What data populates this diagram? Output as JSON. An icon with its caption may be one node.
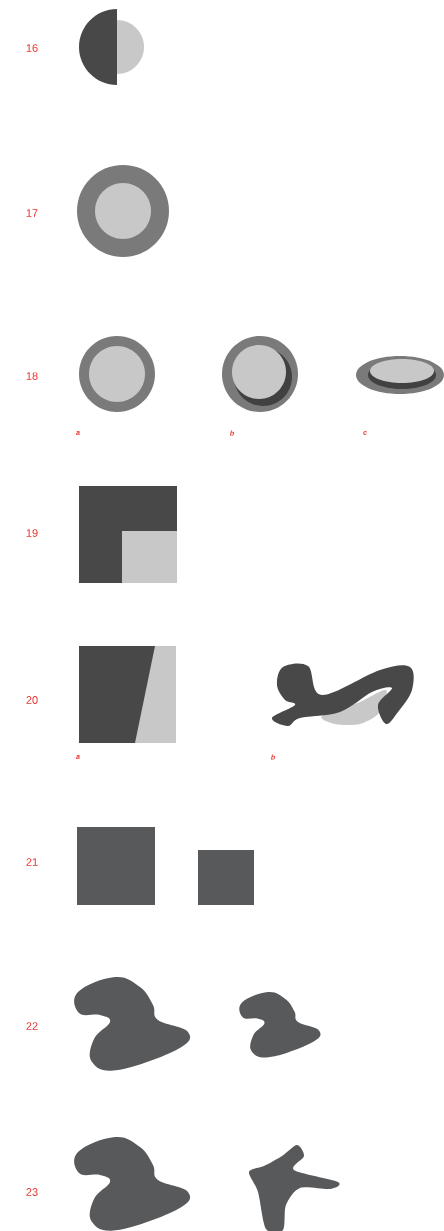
{
  "diagram": {
    "labels": [
      "16",
      "17",
      "18",
      "a",
      "b",
      "c",
      "19",
      "20",
      "a",
      "b",
      "21",
      "22",
      "23"
    ]
  }
}
